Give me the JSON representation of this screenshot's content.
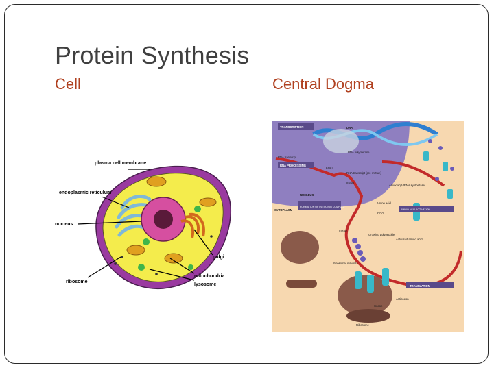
{
  "slide": {
    "title": "Protein Synthesis",
    "left_heading": "Cell",
    "right_heading": "Central Dogma"
  },
  "cell_diagram": {
    "labels": {
      "plasma_membrane": "plasma cell membrane",
      "endoplasmic_reticulum": "endoplasmic reticulum",
      "nucleus": "nucleus",
      "ribosome": "ribosome",
      "golgi": "golgi",
      "mitochondria": "mitochondria",
      "lysosome": "lysosome"
    }
  },
  "dogma_diagram": {
    "labels": {
      "transcription": "TRANSCRIPTION",
      "dna": "DNA",
      "rna_transcript": "RNA transcript",
      "rna_polymerase": "RNA polymerase",
      "rna_processing": "RNA PROCESSING",
      "exon": "Exon",
      "rna_transcript_pre": "RNA transcript (pre-mRNA)",
      "intron": "Intron",
      "nucleus": "NUCLEUS",
      "cytoplasm": "CYTOPLASM",
      "formation": "FORMATION OF INITIATION COMPLEX",
      "aminoacyl": "Aminoacyl-tRNA synthetase",
      "amino_acid": "Amino acid",
      "trna": "tRNA",
      "amino_acid_activation": "AMINO ACID ACTIVATION",
      "mrna": "mRNA",
      "growing_polypeptide": "Growing polypeptide",
      "activated_amino_acid": "Activated amino acid",
      "ribosomal_subunits": "Ribosomal subunits",
      "translation": "TRANSLATION",
      "anticodon": "Anticodon",
      "codon": "Codon",
      "ribosome": "Ribosome"
    }
  }
}
